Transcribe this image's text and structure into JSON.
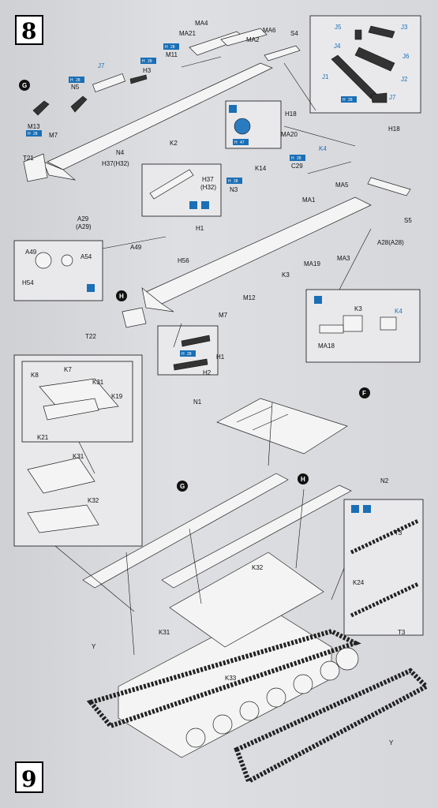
{
  "steps": {
    "s8": "8",
    "s9": "9"
  },
  "callouts": {
    "G": "G",
    "H": "H",
    "F": "F"
  },
  "labels": {
    "MA4": "MA4",
    "MA21": "MA21",
    "MA6": "MA6",
    "MA2": "MA2",
    "S4": "S4",
    "M11": "M11",
    "H3": "H3",
    "J7": "J7",
    "N5": "N5",
    "M13": "M13",
    "M7": "M7",
    "N4": "N4",
    "K2": "K2",
    "T21": "T21",
    "H37H32": "H37(H32)",
    "A29": "A29",
    "A29b": "(A29)",
    "H37": "H37",
    "H32": "(H32)",
    "N3": "N3",
    "K14": "K14",
    "C29": "C29",
    "K4": "K4",
    "H18": "H18",
    "H18b": "H18",
    "MA20": "MA20",
    "MA5": "MA5",
    "MA1": "MA1",
    "S5": "S5",
    "A28": "A28(A28)",
    "MA19": "MA19",
    "MA3": "MA3",
    "K3": "K3",
    "H1": "H1",
    "H56": "H56",
    "A49": "A49",
    "A49b": "A49",
    "A54": "A54",
    "H54": "H54",
    "M12": "M12",
    "M7b": "M7",
    "T22": "T22",
    "H1b": "H1",
    "H2": "H2",
    "K3b": "K3",
    "K4b": "K4",
    "MA18": "MA18",
    "J5": "J5",
    "J3": "J3",
    "J4": "J4",
    "J6": "J6",
    "J1": "J1",
    "J2": "J2",
    "J7b": "J7",
    "K8": "K8",
    "K7": "K7",
    "K31": "K31",
    "K19": "K19",
    "K21": "K21",
    "K31b": "K31",
    "K32": "K32",
    "N1": "N1",
    "N2": "N2",
    "K32b": "K32",
    "K31c": "K31",
    "K33": "K33",
    "Y": "Y",
    "Yb": "Y",
    "T3": "T3",
    "K24": "K24",
    "T3b": "T3"
  },
  "paint_code": "28",
  "paint_code_b": "47",
  "paint_prefix": "H"
}
